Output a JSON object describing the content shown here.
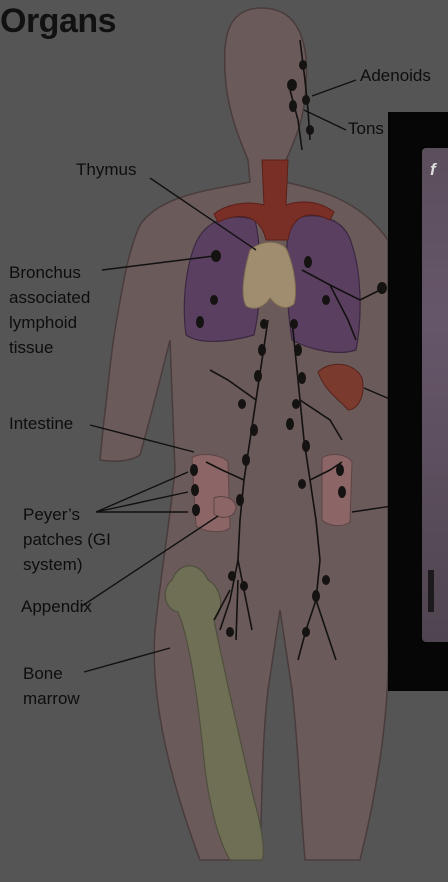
{
  "title": "Organs",
  "labels": {
    "adenoids": "Adenoids",
    "tonsils": "Tons",
    "thymus": "Thymus",
    "balt": "Bronchus\nassociated\nlymphoid\ntissue",
    "intestine": "Intestine",
    "peyers": "Peyer’s\npatches (GI\nsystem)",
    "appendix": "Appendix",
    "bone_marrow": "Bone\nmarrow"
  },
  "overlay": {
    "glyph": "f"
  },
  "colors": {
    "background": "#555555",
    "body": "#6b5a5a",
    "lungs": "#5a3f60",
    "heart_vessels": "#7a2f26",
    "thymus": "#a08c6e",
    "spleen": "#7a3a2e",
    "bone": "#6f6f56",
    "lymph_node": "#151212",
    "intestine": "#8c6667"
  }
}
